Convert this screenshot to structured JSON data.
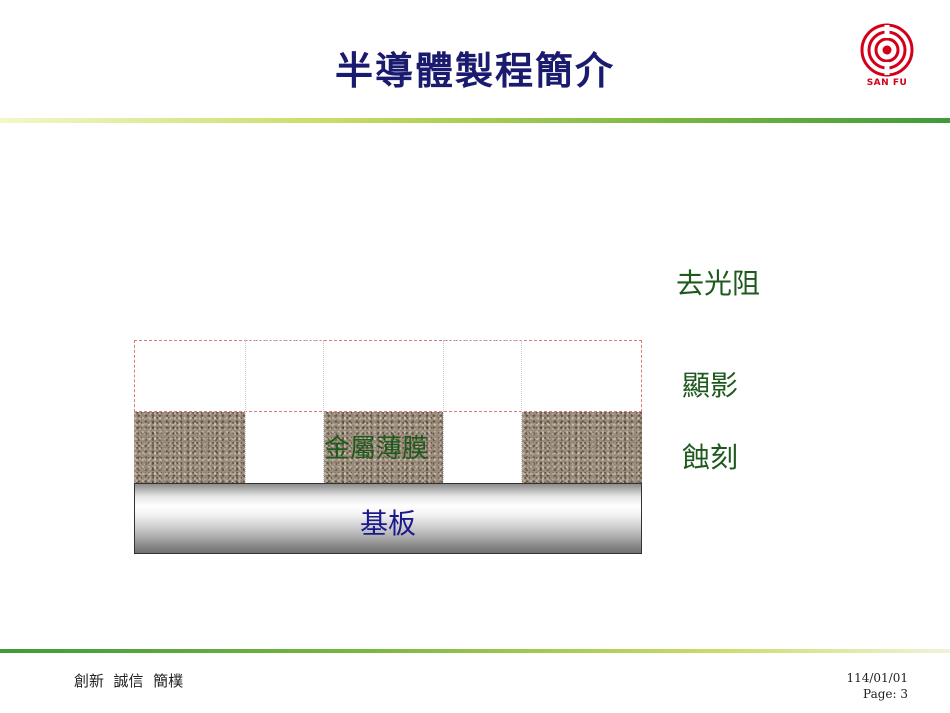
{
  "slide": {
    "title": "半導體製程簡介",
    "logo_text": "SAN FU"
  },
  "steps": {
    "strip_photoresist": "去光阻",
    "develop": "顯影",
    "etch": "蝕刻"
  },
  "diagram": {
    "metal_film_label": "金屬薄膜",
    "substrate_label": "基板"
  },
  "footer": {
    "motto": "創新  誠信  簡樸",
    "date": "114/01/01",
    "page": "Page: 3"
  },
  "colors": {
    "title": "#1a1a6e",
    "step_text": "#1e5a1e",
    "substrate_text": "#1a1a8c",
    "logo_red": "#d4001a",
    "rule_green": "#3f9a3a"
  }
}
